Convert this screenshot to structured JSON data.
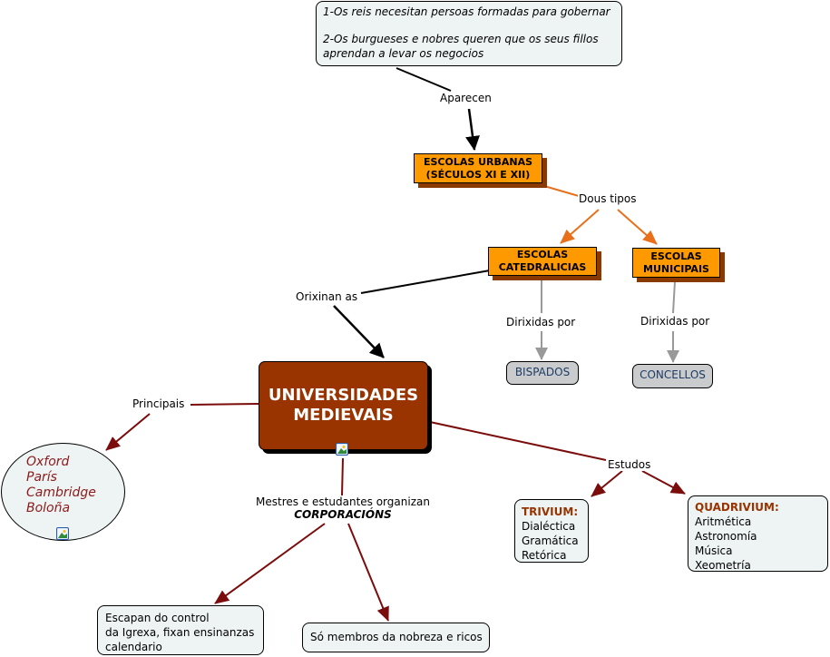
{
  "diagram": {
    "title": "UNIVERSIDADES MEDIEVAIS",
    "reasons": {
      "line1": "1-Os reis necesitan persoas formadas para gobernar",
      "line2": "2-Os burgueses e nobres queren que os seus fillos",
      "line3": "aprendan a levar os negocios"
    },
    "link_aparecen": "Aparecen",
    "escolas_urbanas": {
      "line1": "ESCOLAS URBANAS",
      "line2": "(SÉCULOS XI E XII)"
    },
    "link_dous_tipos": "Dous tipos",
    "escolas_catedralicias": {
      "line1": "ESCOLAS",
      "line2": "CATEDRALICIAS"
    },
    "escolas_municipais": {
      "line1": "ESCOLAS",
      "line2": "MUNICIPAIS"
    },
    "link_dirixidas_1": "Dirixidas por",
    "link_dirixidas_2": "Dirixidas por",
    "bispados": "BISPADOS",
    "concellos": "CONCELLOS",
    "link_orixinan": "Orixinan as",
    "universidades": {
      "line1": "UNIVERSIDADES",
      "line2": "MEDIEVAIS"
    },
    "link_principais": "Principais",
    "principais": [
      "Oxford",
      "París",
      "Cambridge",
      "Boloña"
    ],
    "link_mestres": {
      "line1": "Mestres e estudantes organizan",
      "line2": "CORPORACIÓNS"
    },
    "escapan": {
      "line1": "Escapan do control",
      "line2": "da Igrexa, fixan ensinanzas",
      "line3": "calendario"
    },
    "so_membros": "Só membros da nobreza e ricos",
    "link_estudos": "Estudos",
    "trivium": {
      "header": "TRIVIUM:",
      "items": [
        "Dialéctica",
        "Gramática",
        "Retórica"
      ]
    },
    "quadrivium": {
      "header": "QUADRIVIUM:",
      "items": [
        "Aritmética",
        "Astronomía",
        "Música",
        "Xeometría"
      ]
    },
    "colors": {
      "orange": "#ff9900",
      "orange_link": "#e8701a",
      "brown": "#993300",
      "dark_red_link": "#7a0c0c",
      "grey_link": "#999999",
      "note_bg": "#eef3f4",
      "grey_node": "#c9cbcc"
    }
  }
}
